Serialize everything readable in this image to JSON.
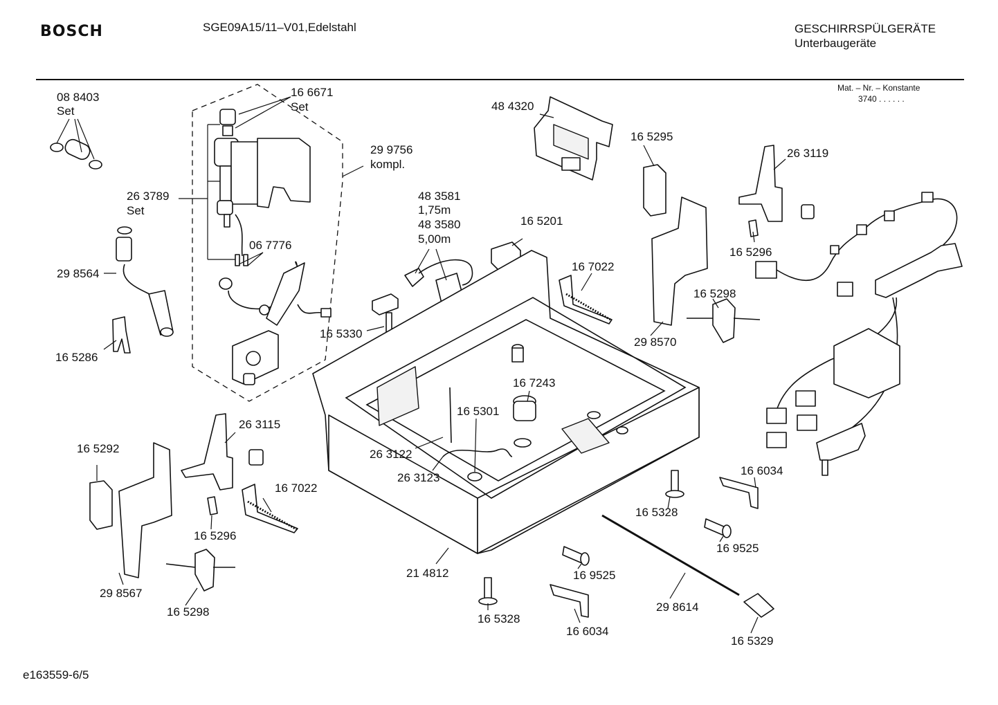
{
  "header": {
    "brand": "BOSCH",
    "model": "SGE09A15/11–V01,Edelstahl",
    "category_line1": "GESCHIRRSPÜLGERÄTE",
    "category_line2": "Unterbaugeräte",
    "mat_label": "Mat. – Nr. – Konstante",
    "mat_value": "3740  .  .  .  .  .  ."
  },
  "footer": {
    "doc_id": "e163559-6/5"
  },
  "labels": {
    "l088403": "08 8403",
    "l088403_set": "Set",
    "l166671": "16 6671",
    "l166671_set": "Set",
    "l299756": "29 9756",
    "l299756_kompl": "kompl.",
    "l263789": "26 3789",
    "l263789_set": "Set",
    "l298564": "29 8564",
    "l067776": "06 7776",
    "l165286": "16 5286",
    "l484320": "48 4320",
    "l483581": "48 3581",
    "l483581_len": "1,75m",
    "l483580": "48 3580",
    "l483580_len": "5,00m",
    "l165201": "16 5201",
    "l165330": "16 5330",
    "l167022a": "16 7022",
    "l165295": "16 5295",
    "l263119": "26 3119",
    "l165296a": "16 5296",
    "l165298a": "16 5298",
    "l298570": "29 8570",
    "l167243": "16 7243",
    "l165301": "16 5301",
    "l263122": "26 3122",
    "l263123": "26 3123",
    "l263115": "26 3115",
    "l165292": "16 5292",
    "l167022b": "16 7022",
    "l165296b": "16 5296",
    "l298567": "29 8567",
    "l165298b": "16 5298",
    "l214812": "21 4812",
    "l165328a": "16 5328",
    "l166034a": "16 6034",
    "l169525a": "16 9525",
    "l169525b": "16 9525",
    "l165328b": "16 5328",
    "l166034b": "16 6034",
    "l298614": "29 8614",
    "l165329": "16 5329"
  }
}
